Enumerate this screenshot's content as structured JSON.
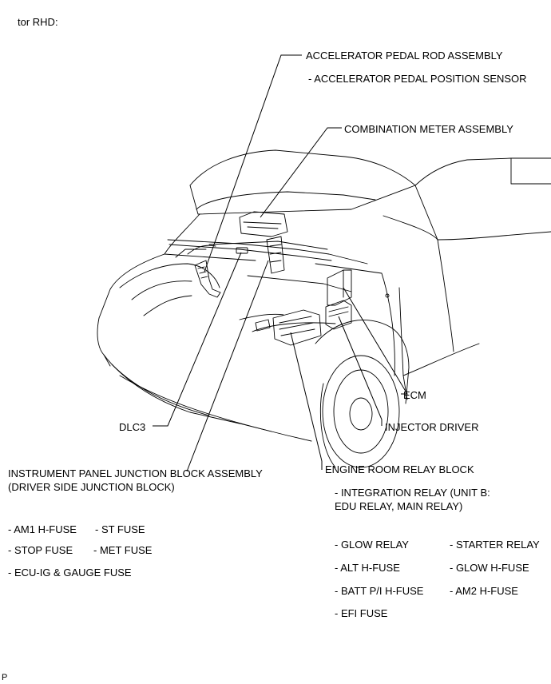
{
  "header": {
    "text": "tor RHD:"
  },
  "components": {
    "accelerator_pedal_rod": "ACCELERATOR PEDAL ROD ASSEMBLY",
    "accelerator_pedal_sensor": "- ACCELERATOR PEDAL POSITION SENSOR",
    "combination_meter": "COMBINATION METER ASSEMBLY",
    "ecm": "ECM",
    "injector_driver": "INJECTOR DRIVER",
    "dlc3": "DLC3",
    "engine_room_relay_block": "ENGINE ROOM RELAY BLOCK"
  },
  "instrument_panel": {
    "title_line1": "INSTRUMENT PANEL JUNCTION BLOCK ASSEMBLY",
    "title_line2": "(DRIVER SIDE JUNCTION BLOCK)",
    "fuses": [
      "- AM1 H-FUSE",
      "- ST FUSE",
      "- STOP FUSE",
      "- MET FUSE",
      "- ECU-IG & GAUGE FUSE"
    ]
  },
  "relay_block": {
    "line1": "- INTEGRATION RELAY (UNIT B:",
    "line2": "EDU RELAY, MAIN RELAY)",
    "items": [
      "- GLOW RELAY",
      "- STARTER RELAY",
      "- ALT H-FUSE",
      "- GLOW H-FUSE",
      "- BATT P/I H-FUSE",
      "- AM2 H-FUSE",
      "- EFI FUSE"
    ]
  },
  "footer": {
    "code": "P"
  }
}
